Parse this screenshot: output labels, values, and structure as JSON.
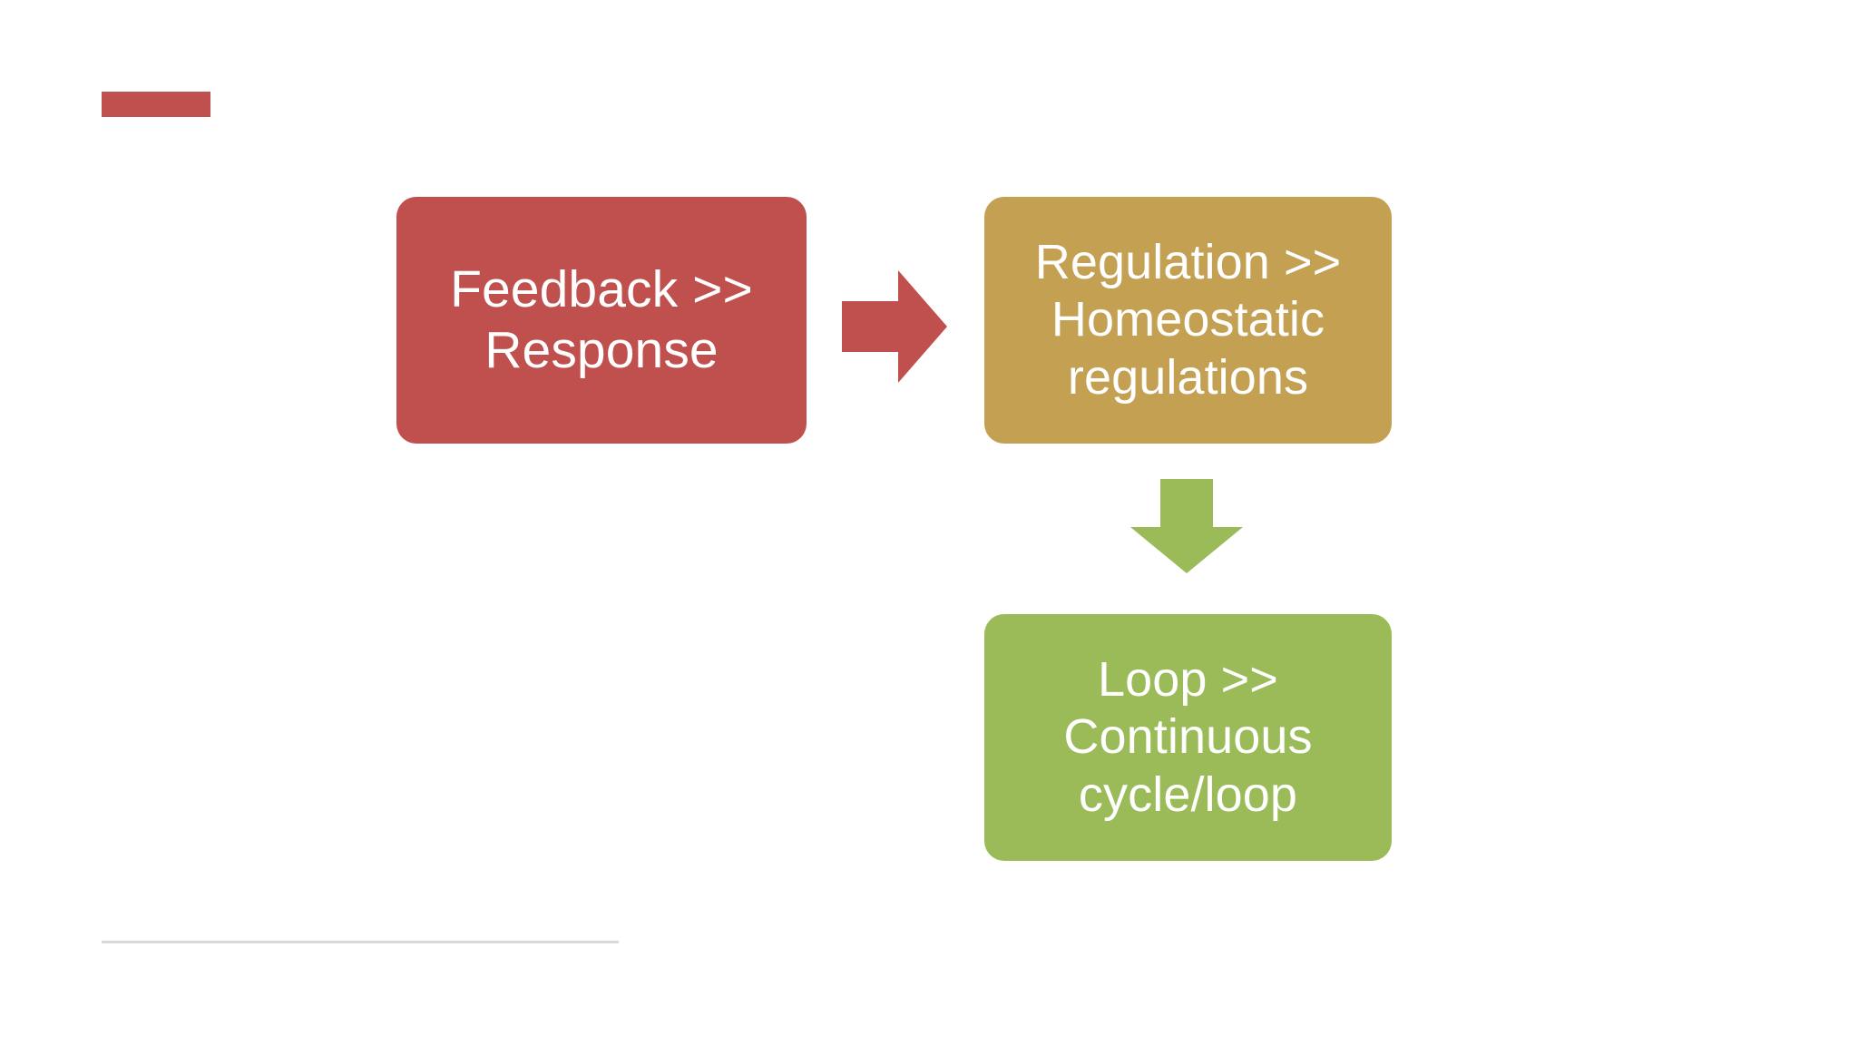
{
  "slide": {
    "background_color": "#FFFFFF",
    "accent_bar": {
      "name": "title-accent-bar",
      "color": "#C0504D"
    },
    "footer_rule": {
      "name": "footer-divider",
      "color": "#D9D9D9"
    }
  },
  "diagram": {
    "type": "process-flow",
    "title": "",
    "nodes": [
      {
        "id": "feedback",
        "label": "Feedback >>\nResponse",
        "lines": [
          "Feedback >>",
          "Response"
        ],
        "fill": "#C0504D",
        "text_color": "#FFFFFF",
        "shape": "rounded-rectangle"
      },
      {
        "id": "regulation",
        "label": "Regulation >>\nHomeostatic\nregulations",
        "lines": [
          "Regulation >>",
          "Homeostatic",
          "regulations"
        ],
        "fill": "#C4A052",
        "text_color": "#FFFFFF",
        "shape": "rounded-rectangle"
      },
      {
        "id": "loop",
        "label": "Loop >>\nContinuous\ncycle/loop",
        "lines": [
          "Loop >>",
          "Continuous",
          "cycle/loop"
        ],
        "fill": "#9BBB59",
        "text_color": "#FFFFFF",
        "shape": "rounded-rectangle"
      }
    ],
    "connectors": [
      {
        "id": "feedback-to-regulation",
        "from": "feedback",
        "to": "regulation",
        "direction": "right",
        "fill": "#C0504D",
        "shape": "block-arrow"
      },
      {
        "id": "regulation-to-loop",
        "from": "regulation",
        "to": "loop",
        "direction": "down",
        "fill": "#9BBB59",
        "shape": "block-arrow"
      }
    ]
  }
}
